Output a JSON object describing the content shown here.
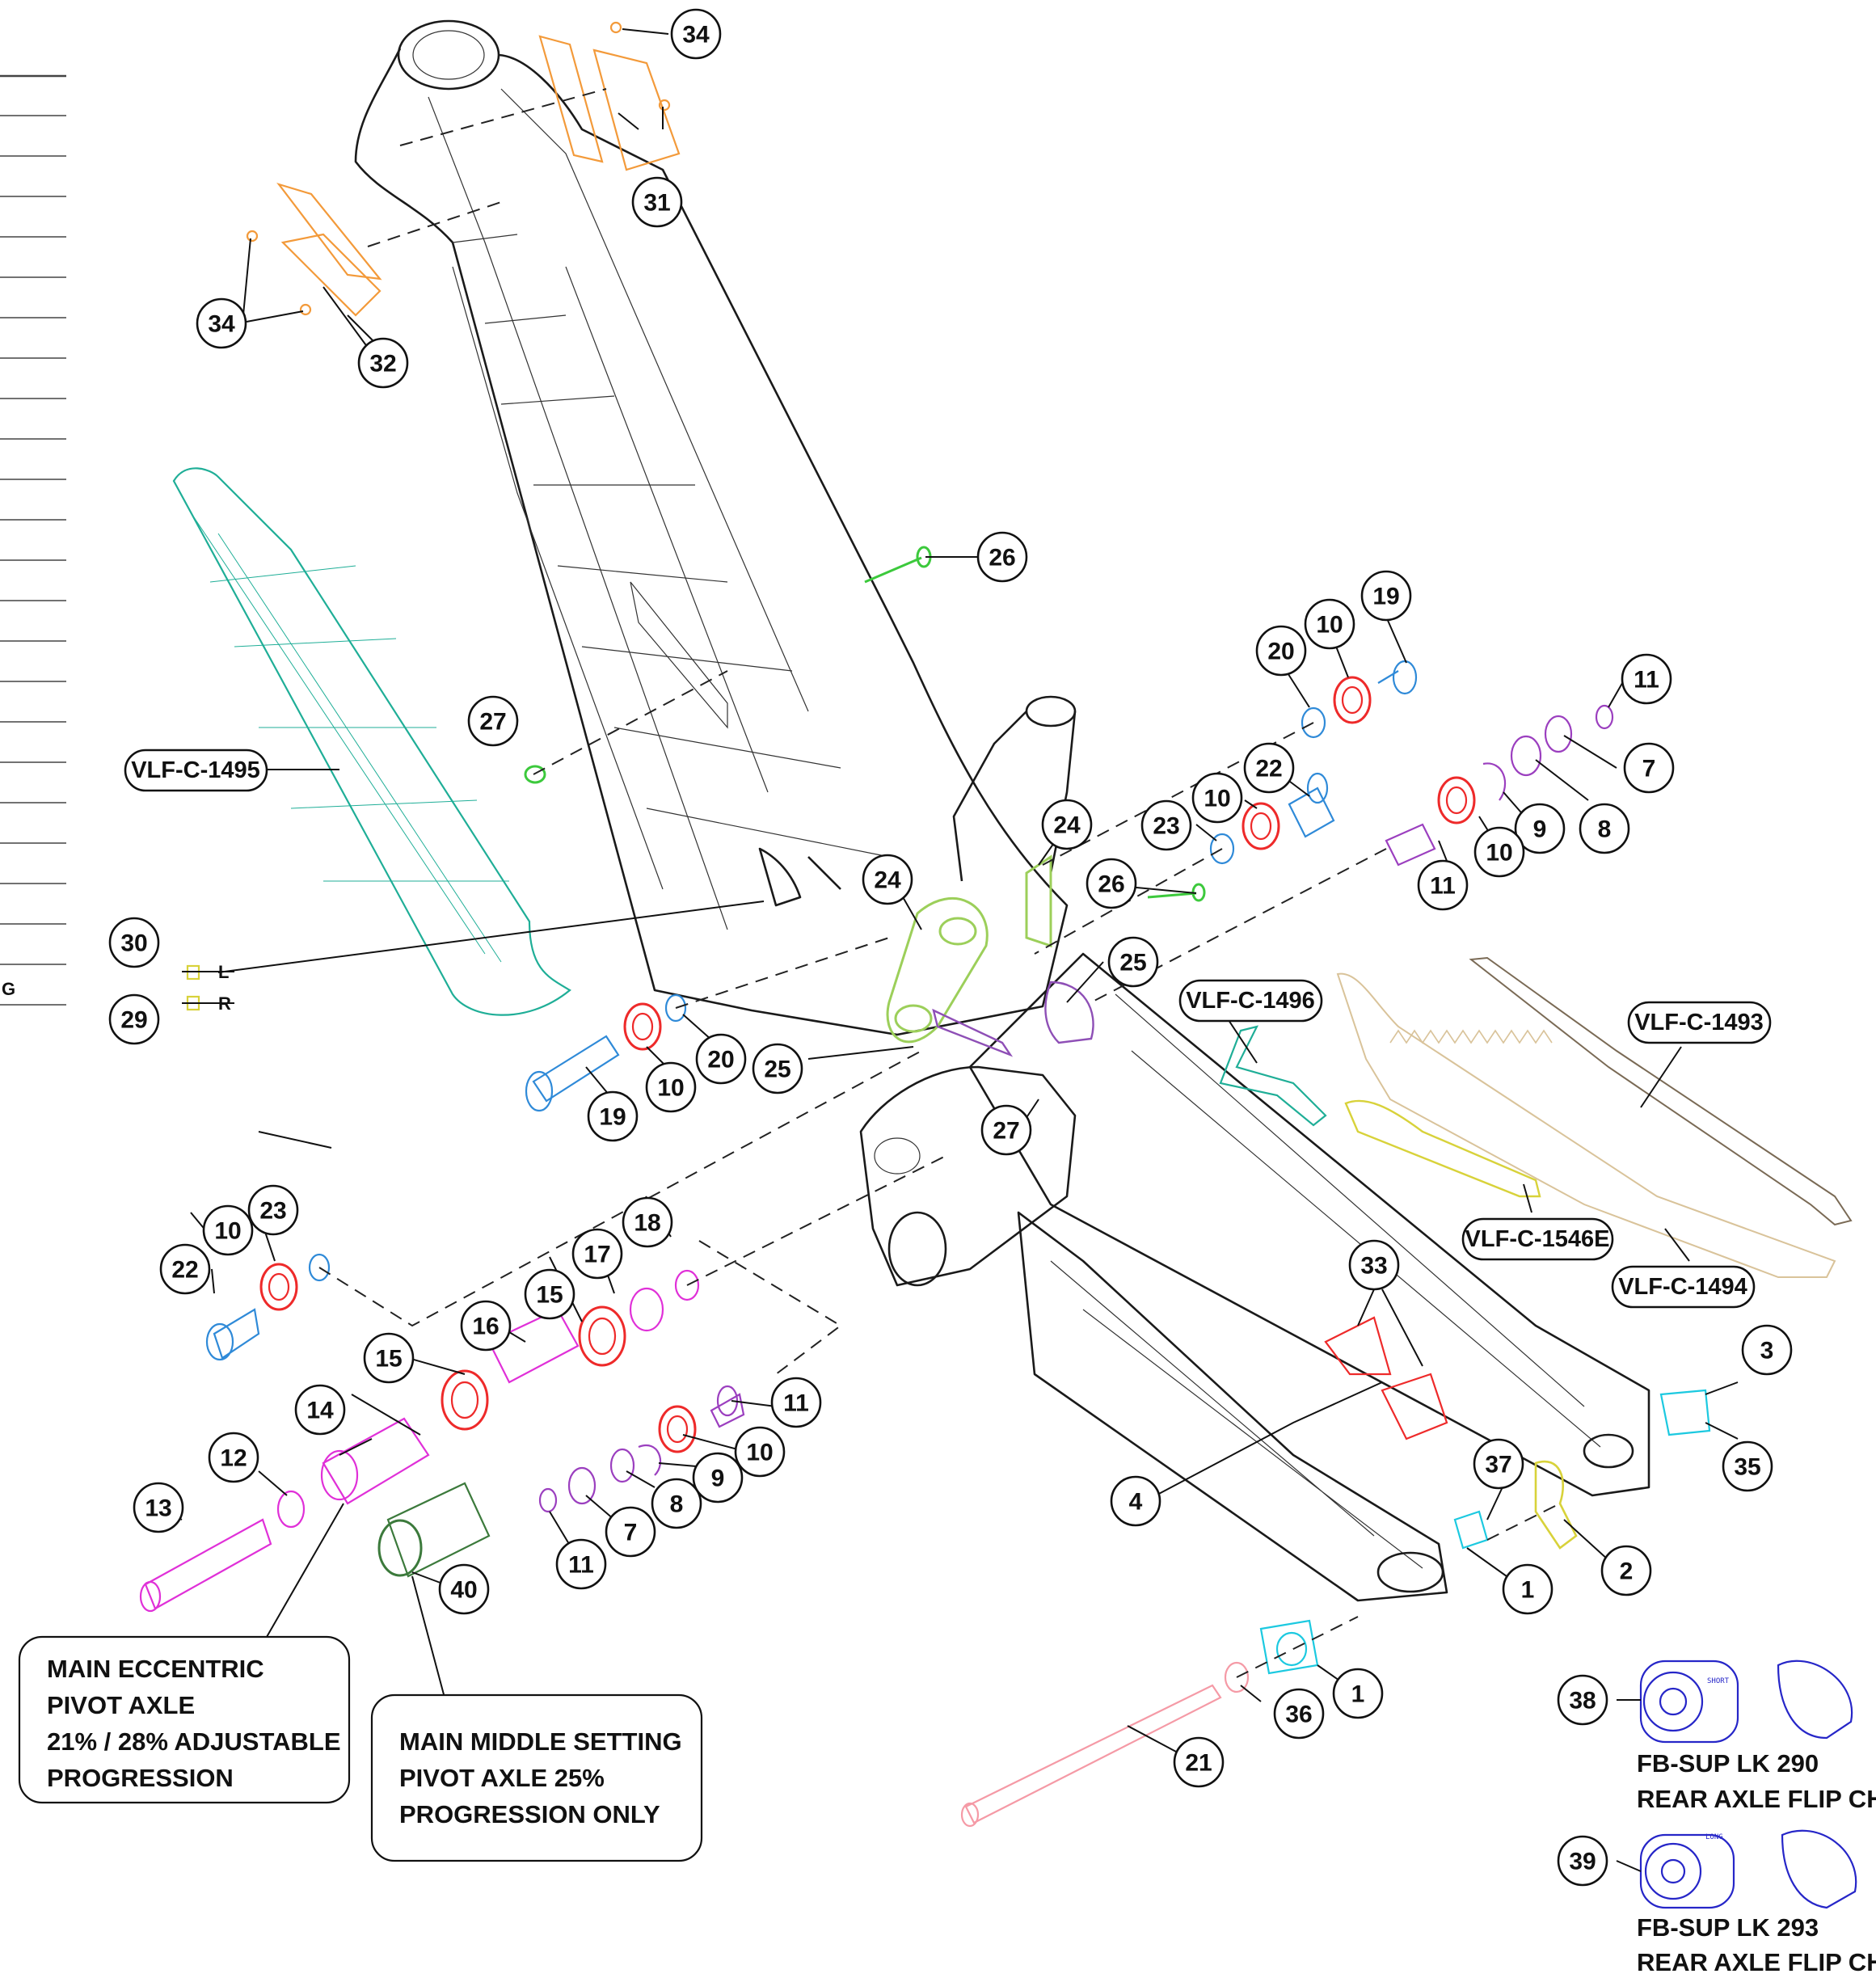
{
  "colors": {
    "orange": "#f39a3a",
    "green": "#6fd44f",
    "lime": "#9ccf5a",
    "blue": "#2f8ad8",
    "red": "#ee2a2a",
    "purple": "#9b3fbf",
    "magenta": "#e030d8",
    "teal": "#1fae97",
    "cyan": "#1cc9e0",
    "yellow": "#d8d23a",
    "tan": "#d9c39a",
    "pink": "#f59aa6",
    "darkgreen": "#3c7a3c",
    "navy": "#2626c8",
    "brownline": "#7a6a55"
  },
  "callouts": [
    "34",
    "31",
    "34",
    "32",
    "26",
    "19",
    "10",
    "20",
    "11",
    "7",
    "8",
    "9",
    "10",
    "11",
    "22",
    "10",
    "23",
    "24",
    "24",
    "26",
    "25",
    "25",
    "27",
    "27",
    "20",
    "10",
    "19",
    "18",
    "17",
    "15",
    "16",
    "15",
    "14",
    "12",
    "13",
    "23",
    "10",
    "22",
    "11",
    "10",
    "9",
    "8",
    "7",
    "11",
    "40",
    "33",
    "4",
    "3",
    "35",
    "37",
    "2",
    "1",
    "1",
    "36",
    "21",
    "38",
    "39",
    "30",
    "29"
  ],
  "part_labels": {
    "vlf_1495": "VLF-C-1495",
    "vlf_1496": "VLF-C-1496",
    "vlf_1493": "VLF-C-1493",
    "vlf_1546e": "VLF-C-1546E",
    "vlf_1494": "VLF-C-1494"
  },
  "lr": {
    "left": "L",
    "right": "R"
  },
  "notes": {
    "eccentric": [
      "MAIN ECCENTRIC",
      "PIVOT AXLE",
      "21% / 28% ADJUSTABLE",
      "PROGRESSION"
    ],
    "middle": [
      "MAIN MIDDLE SETTING",
      "PIVOT AXLE 25%",
      "PROGRESSION ONLY"
    ]
  },
  "flip_chips": {
    "nds": [
      "FB-SUP LK 290",
      "REAR AXLE FLIP CHIP NDS"
    ],
    "ds": [
      "FB-SUP LK 293",
      "REAR AXLE FLIP CHIP DS"
    ],
    "short_mark": "SHORT",
    "long_mark": "LONG"
  },
  "edge_letter": "G"
}
